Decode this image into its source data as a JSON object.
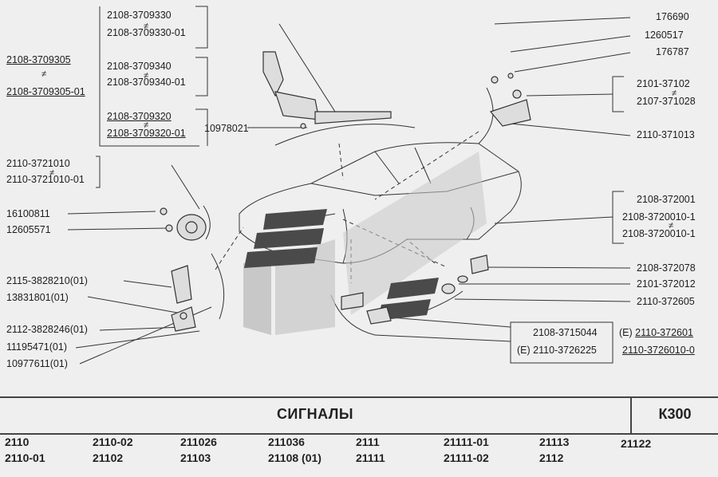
{
  "top_left_group": {
    "a": "2108-3709305",
    "neq": "≠",
    "b": "2108-3709305-01"
  },
  "switch_group": {
    "r1a": "2108-3709330",
    "r1b": "2108-3709330-01",
    "r2a": "2108-3709340",
    "r2b": "2108-3709340-01",
    "r3a": "2108-3709320",
    "r3b": "2108-3709320-01",
    "bolt": "10978021",
    "neq": "≠"
  },
  "horn_group": {
    "a": "2110-3721010",
    "b": "2110-3721010-01",
    "neq": "≠",
    "nut": "16100811",
    "washer": "12605571"
  },
  "sensor_group": {
    "a": "2115-3828210(01)",
    "b": "13831801(01)",
    "c": "2112-3828246(01)",
    "d": "11195471(01)",
    "e": "10977611(01)"
  },
  "right_top_group": {
    "p1": "176690",
    "p2": "1260517",
    "p3": "176787",
    "p4": "2101-37102",
    "neq": "≠",
    "p5": "2107-371028",
    "p6": "2110-371013"
  },
  "right_mid_group": {
    "p1": "2108-372001",
    "p2": "2108-3720010-1",
    "p3": "2108-3720010-1",
    "neq": "≠",
    "p4": "2108-372078",
    "p5": "2101-372012",
    "p6": "2110-372605"
  },
  "bottom_box": {
    "l1": "2108-3715044",
    "l2": "(E) 2110-3726225",
    "r1_prefix": "(E) ",
    "r1": "2110-372601",
    "r2": "2110-3726010-0"
  },
  "footer": {
    "title": "СИГНАЛЫ",
    "code": "К300",
    "models": [
      [
        "2110",
        "2110-01"
      ],
      [
        "2110-02",
        "21102"
      ],
      [
        "211026",
        "21103"
      ],
      [
        "211036",
        "21108  (01)"
      ],
      [
        "2111",
        "21111"
      ],
      [
        "21111-01",
        "21111-02"
      ],
      [
        "21113",
        "2112"
      ],
      [
        "21122",
        ""
      ]
    ]
  }
}
